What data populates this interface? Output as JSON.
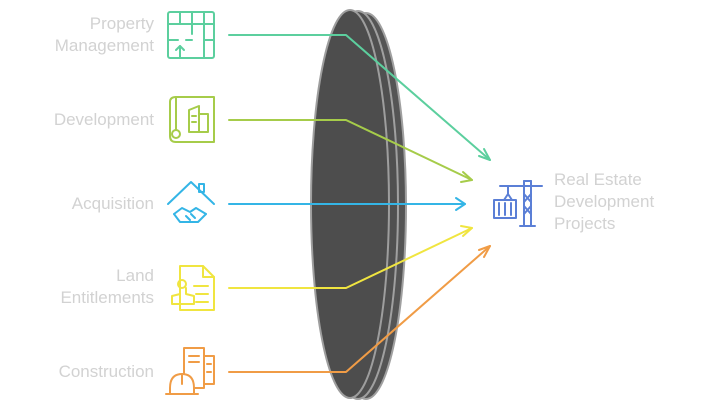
{
  "diagram": {
    "target": {
      "lines": [
        "Real Estate",
        "Development",
        "Projects"
      ],
      "icon": "crane-icon",
      "color": "#5b7fd6"
    },
    "lens": {
      "fill": "#4d4d4d",
      "stroke": "#9e9e9e"
    },
    "sources": [
      {
        "lines": [
          "Property",
          "Management"
        ],
        "icon": "floor-plan-icon",
        "color": "#5ccf9e"
      },
      {
        "lines": [
          "Development"
        ],
        "icon": "blueprint-icon",
        "color": "#a6cc4a"
      },
      {
        "lines": [
          "Acquisition"
        ],
        "icon": "handshake-house-icon",
        "color": "#34b5e6"
      },
      {
        "lines": [
          "Land",
          "Entitlements"
        ],
        "icon": "stamped-document-icon",
        "color": "#f0e540"
      },
      {
        "lines": [
          "Construction"
        ],
        "icon": "hardhat-building-icon",
        "color": "#f09c46"
      }
    ]
  }
}
